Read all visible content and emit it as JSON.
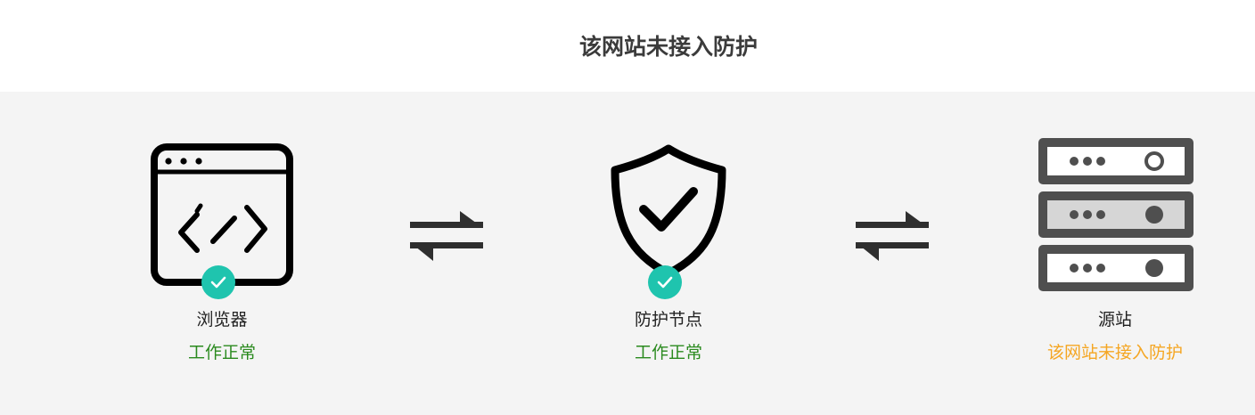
{
  "title": "该网站未接入防护",
  "nodes": [
    {
      "label": "浏览器",
      "status": "工作正常",
      "icon": "browser-code-icon",
      "ok": true
    },
    {
      "label": "防护节点",
      "status": "工作正常",
      "icon": "shield-check-icon",
      "ok": true
    },
    {
      "label": "源站",
      "status": "该网站未接入防护",
      "icon": "server-stack-icon",
      "ok": false
    }
  ],
  "colors": {
    "ok_text": "#2a8a1e",
    "warn_text": "#f5a623",
    "badge": "#1fc4ae",
    "panel_bg": "#f4f4f4"
  },
  "connectors": [
    "exchange-arrows-icon",
    "exchange-arrows-icon"
  ]
}
